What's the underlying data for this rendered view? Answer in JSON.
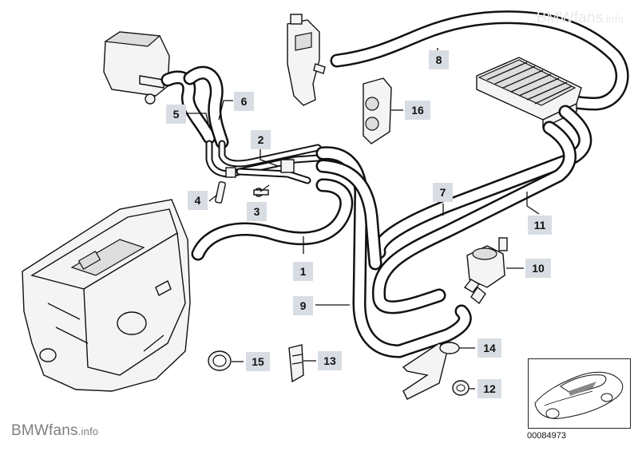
{
  "watermark": {
    "brand": "BMWfans",
    "suffix": ".info"
  },
  "document_number": "00084973",
  "callouts": {
    "c1": "1",
    "c2": "2",
    "c3": "3",
    "c4": "4",
    "c5": "5",
    "c6": "6",
    "c7": "7",
    "c8": "8",
    "c9": "9",
    "c10": "10",
    "c11": "11",
    "c12": "12",
    "c13": "13",
    "c14": "14",
    "c15": "15",
    "c16": "16"
  }
}
